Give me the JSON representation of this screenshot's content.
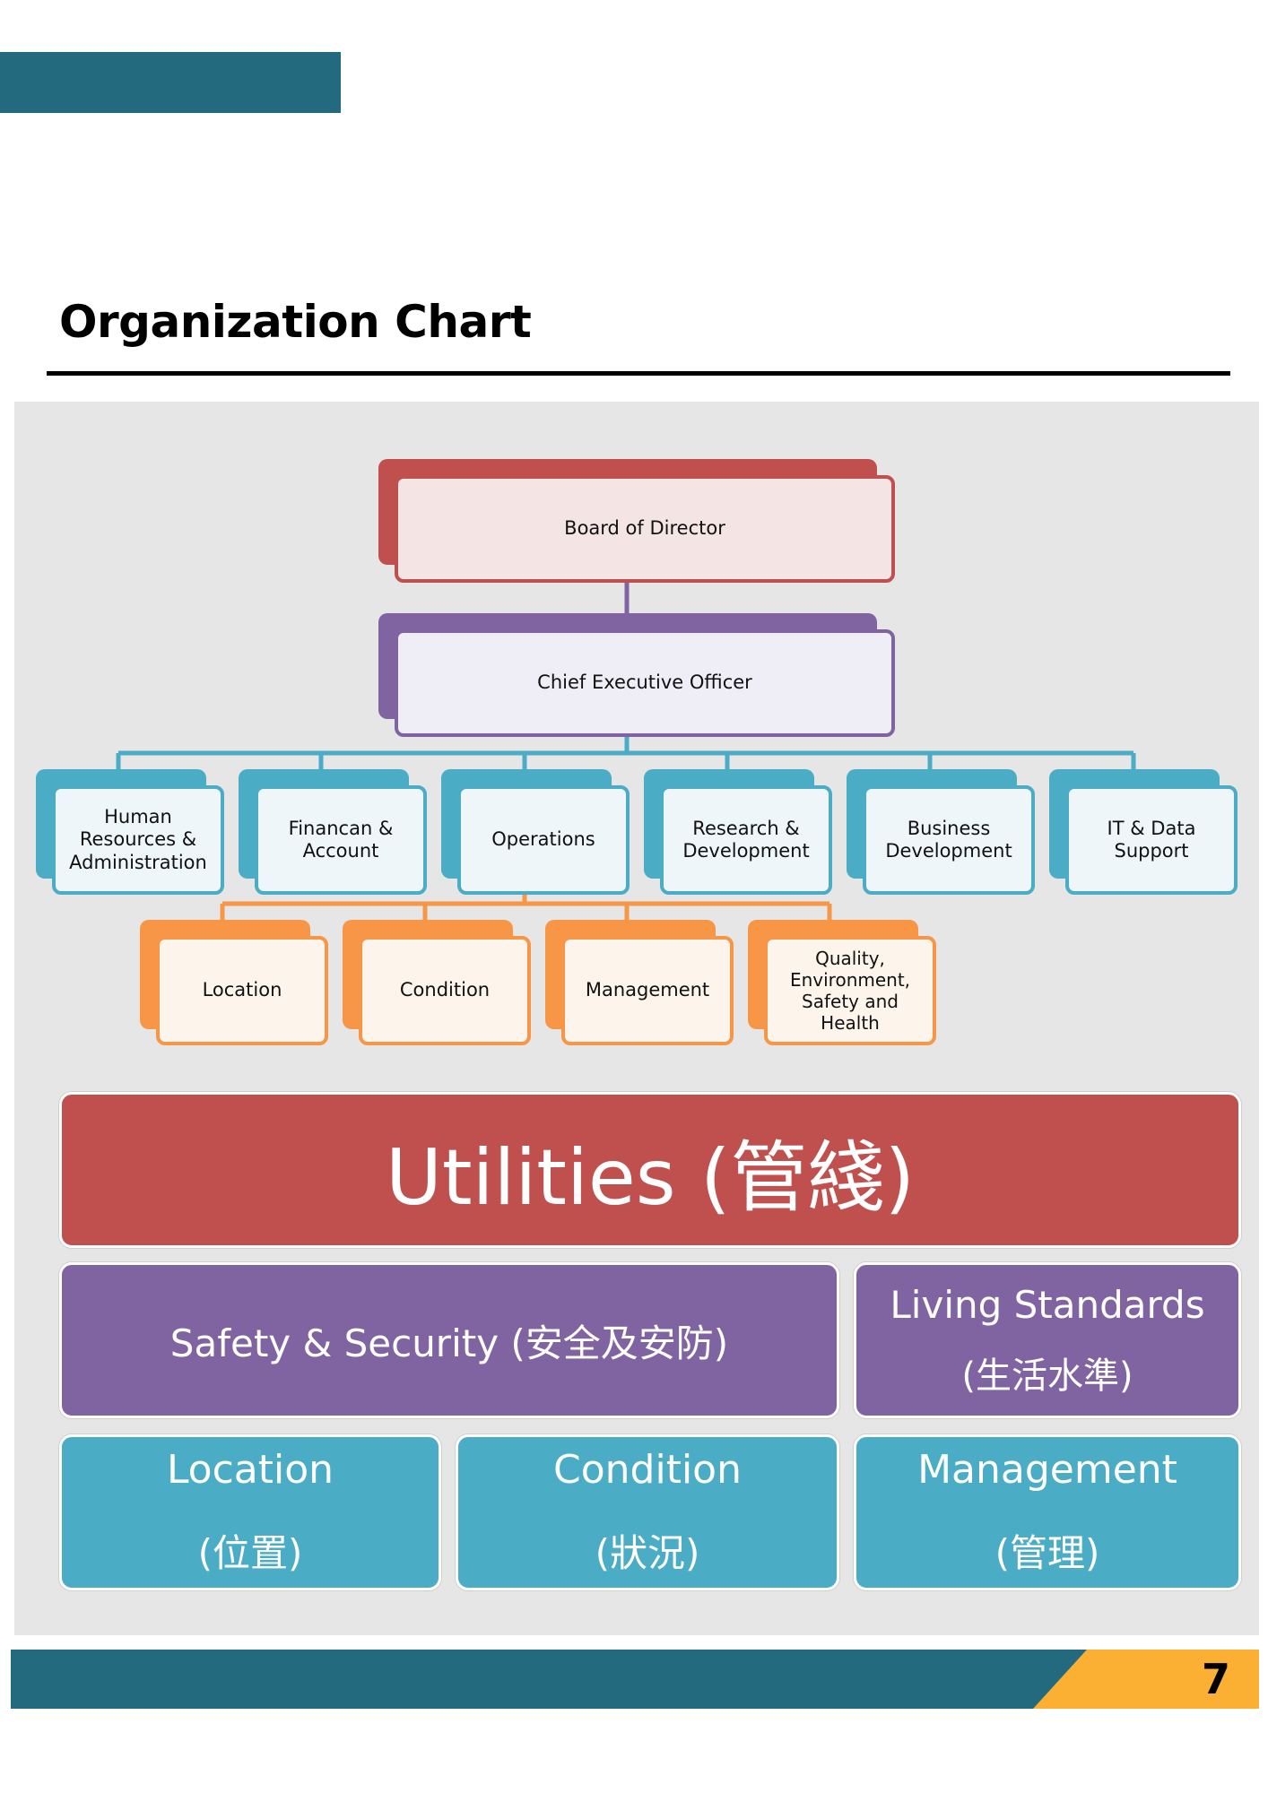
{
  "page": {
    "title": "Organization Chart",
    "page_number": "7"
  },
  "colors": {
    "header_bar": "#236a7e",
    "accent": "#fbb034",
    "red": "#c0504d",
    "purple": "#8064a2",
    "teal": "#4bacc6",
    "orange": "#f79646"
  },
  "org": {
    "board": "Board of Director",
    "ceo": "Chief Executive Officer",
    "departments": [
      "Human\nResources &\nAdministration",
      "Financan &\nAccount",
      "Operations",
      "Research &\nDevelopment",
      "Business\nDevelopment",
      "IT & Data\nSupport"
    ],
    "operations_units": [
      "Location",
      "Condition",
      "Management",
      "Quality,\nEnvironment,\nSafety and\nHealth"
    ]
  },
  "blocks": {
    "utilities": "Utilities (管綫)",
    "safety": "Safety & Security (安全及安防)",
    "living_title": "Living Standards",
    "living_sub": "(生活水準)",
    "location_title": "Location",
    "location_sub": "(位置)",
    "condition_title": "Condition",
    "condition_sub": "(狀況)",
    "management_title": "Management",
    "management_sub": "(管理)"
  }
}
